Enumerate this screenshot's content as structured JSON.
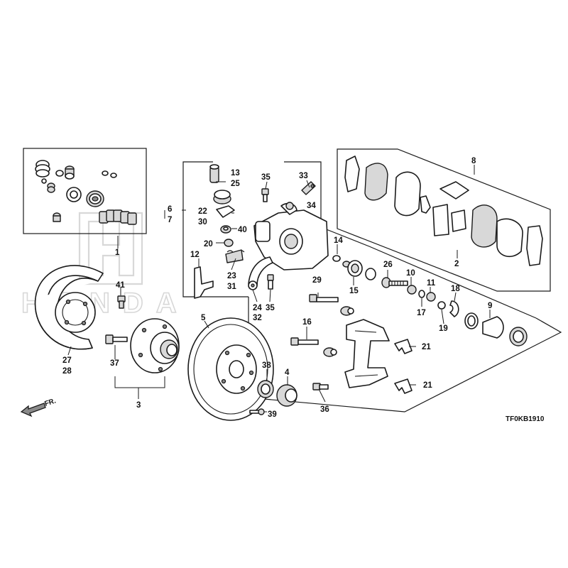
{
  "diagram": {
    "code": "TF0KB1910",
    "direction_label": "FR.",
    "watermark": "HONDA",
    "callouts": {
      "c1": "1",
      "c2": "2",
      "c3": "3",
      "c4": "4",
      "c5": "5",
      "c6": "6",
      "c7": "7",
      "c8": "8",
      "c9": "9",
      "c10": "10",
      "c11": "11",
      "c12": "12",
      "c13": "13",
      "c14": "14",
      "c15": "15",
      "c16": "16",
      "c17": "17",
      "c18": "18",
      "c19": "19",
      "c20": "20",
      "c21a": "21",
      "c21b": "21",
      "c22": "22",
      "c23": "23",
      "c24": "24",
      "c25": "25",
      "c26": "26",
      "c27": "27",
      "c28": "28",
      "c29": "29",
      "c30": "30",
      "c31": "31",
      "c32": "32",
      "c33": "33",
      "c34": "34",
      "c35a": "35",
      "c35b": "35",
      "c36": "36",
      "c37": "37",
      "c38": "38",
      "c39": "39",
      "c40": "40",
      "c41": "41"
    }
  }
}
